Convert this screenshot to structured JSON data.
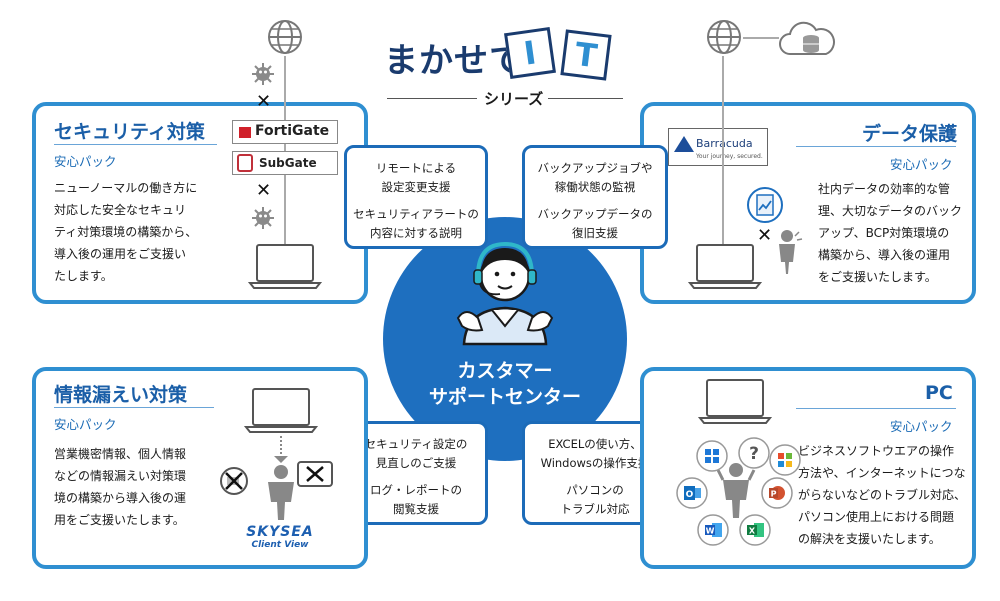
{
  "header": {
    "title_main": "まかせて",
    "title_i": "I",
    "title_t": "T",
    "series": "シリーズ"
  },
  "center": {
    "line1": "カスタマー",
    "line2": "サポートセンター"
  },
  "panels": {
    "security": {
      "title": "セキュリティ対策",
      "sub": "安心パック",
      "body": [
        "ニューノーマルの働き方に",
        "対応した安全なセキュリ",
        "ティ対策環境の構築から、",
        "導入後の運用をご支援い",
        "たします。"
      ]
    },
    "data": {
      "title": "データ保護",
      "sub": "安心パック",
      "body": [
        "社内データの効率的な管",
        "理、大切なデータのバック",
        "アップ、BCP対策環境の",
        "構築から、導入後の運用",
        "をご支援いたします。"
      ]
    },
    "leak": {
      "title": "情報漏えい対策",
      "sub": "安心パック",
      "body": [
        "営業機密情報、個人情報",
        "などの情報漏えい対策環",
        "境の構築から導入後の運",
        "用をご支援いたします。"
      ]
    },
    "pc": {
      "title": "PC",
      "sub": "安心パック",
      "body": [
        "ビジネスソフトウエアの操作",
        "方法や、インターネットにつな",
        "がらないなどのトラブル対応、",
        "パソコン使用上における問題",
        "の解決を支援いたします。"
      ]
    }
  },
  "support": {
    "tl": [
      "リモートによる",
      "設定変更支援",
      "セキュリティアラートの",
      "内容に対する説明"
    ],
    "tr": [
      "バックアップジョブや",
      "稼働状態の監視",
      "バックアップデータの",
      "復旧支援"
    ],
    "bl": [
      "セキュリティ設定の",
      "見直しのご支援",
      "ログ・レポートの",
      "閲覧支援"
    ],
    "br": [
      "EXCELの使い方、",
      "Windowsの操作支援",
      "パソコンの",
      "トラブル対応"
    ]
  },
  "logos": {
    "fortigate": "FortiGate",
    "subgate": "SubGate",
    "barracuda": "Barracuda",
    "barracuda_tag": "Your journey, secured.",
    "skysea": "SKYSEA",
    "skysea_sub": "Client View"
  },
  "colors": {
    "border": "#2f8fd1",
    "title": "#1b5fa8",
    "center": "#1e6fbf",
    "boxborder": "#1c6bb8"
  }
}
